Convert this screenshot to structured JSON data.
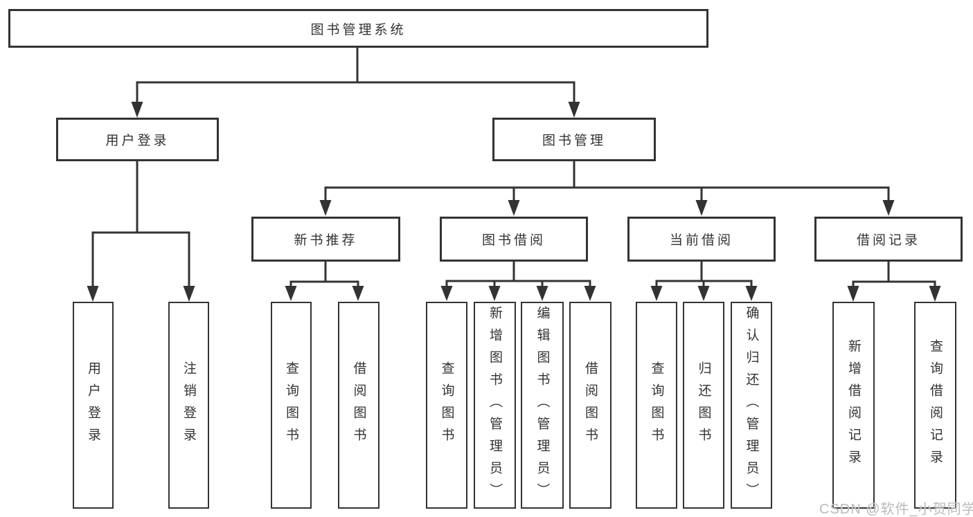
{
  "diagram": {
    "root": "图书管理系统",
    "level2": [
      "用户登录",
      "图书管理"
    ],
    "level3": [
      "新书推荐",
      "图书借阅",
      "当前借阅",
      "借阅记录"
    ],
    "leaves": [
      "用户登录",
      "注销登录",
      "查询图书",
      "借阅图书",
      "查询图书",
      "新增图书（管理员）",
      "编辑图书（管理员）",
      "借阅图书",
      "查询图书",
      "归还图书",
      "确认归还（管理员）",
      "新增借阅记录",
      "查询借阅记录"
    ],
    "colors": {
      "line": "#333333",
      "text": "#333333",
      "background": "#ffffff",
      "watermark": "#b9babd"
    }
  },
  "watermark": "CSDN @软件_小贺同学"
}
